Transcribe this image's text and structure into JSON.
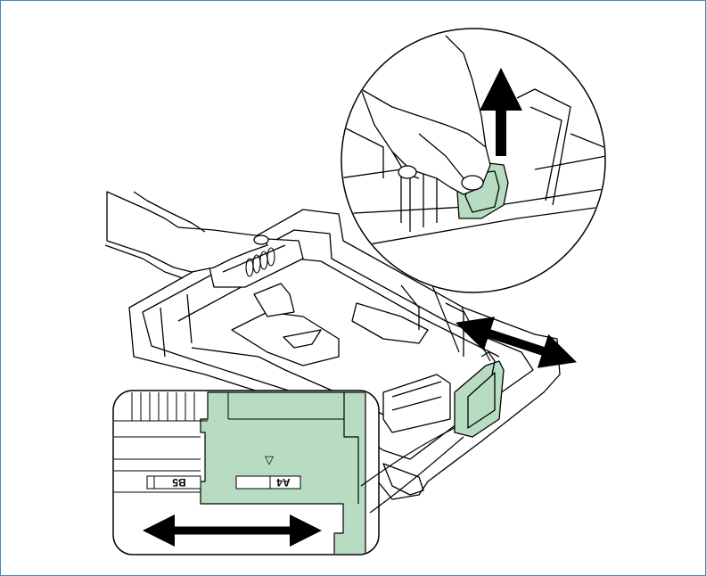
{
  "figure": {
    "frame_color": "#3b8fb7",
    "guide_highlight_color": "#b7dcc2",
    "line_color": "#000000"
  },
  "inset_paper_guide": {
    "size_labels": [
      {
        "id": "a4",
        "text": "A4"
      },
      {
        "id": "b5",
        "text": "B5"
      }
    ],
    "pointer_symbol": "▽",
    "arrow": "double-horizontal-arrow"
  },
  "inset_lever": {
    "arrow": "up-arrow"
  },
  "main_tray": {
    "arrow": "diagonal-double-arrow"
  }
}
